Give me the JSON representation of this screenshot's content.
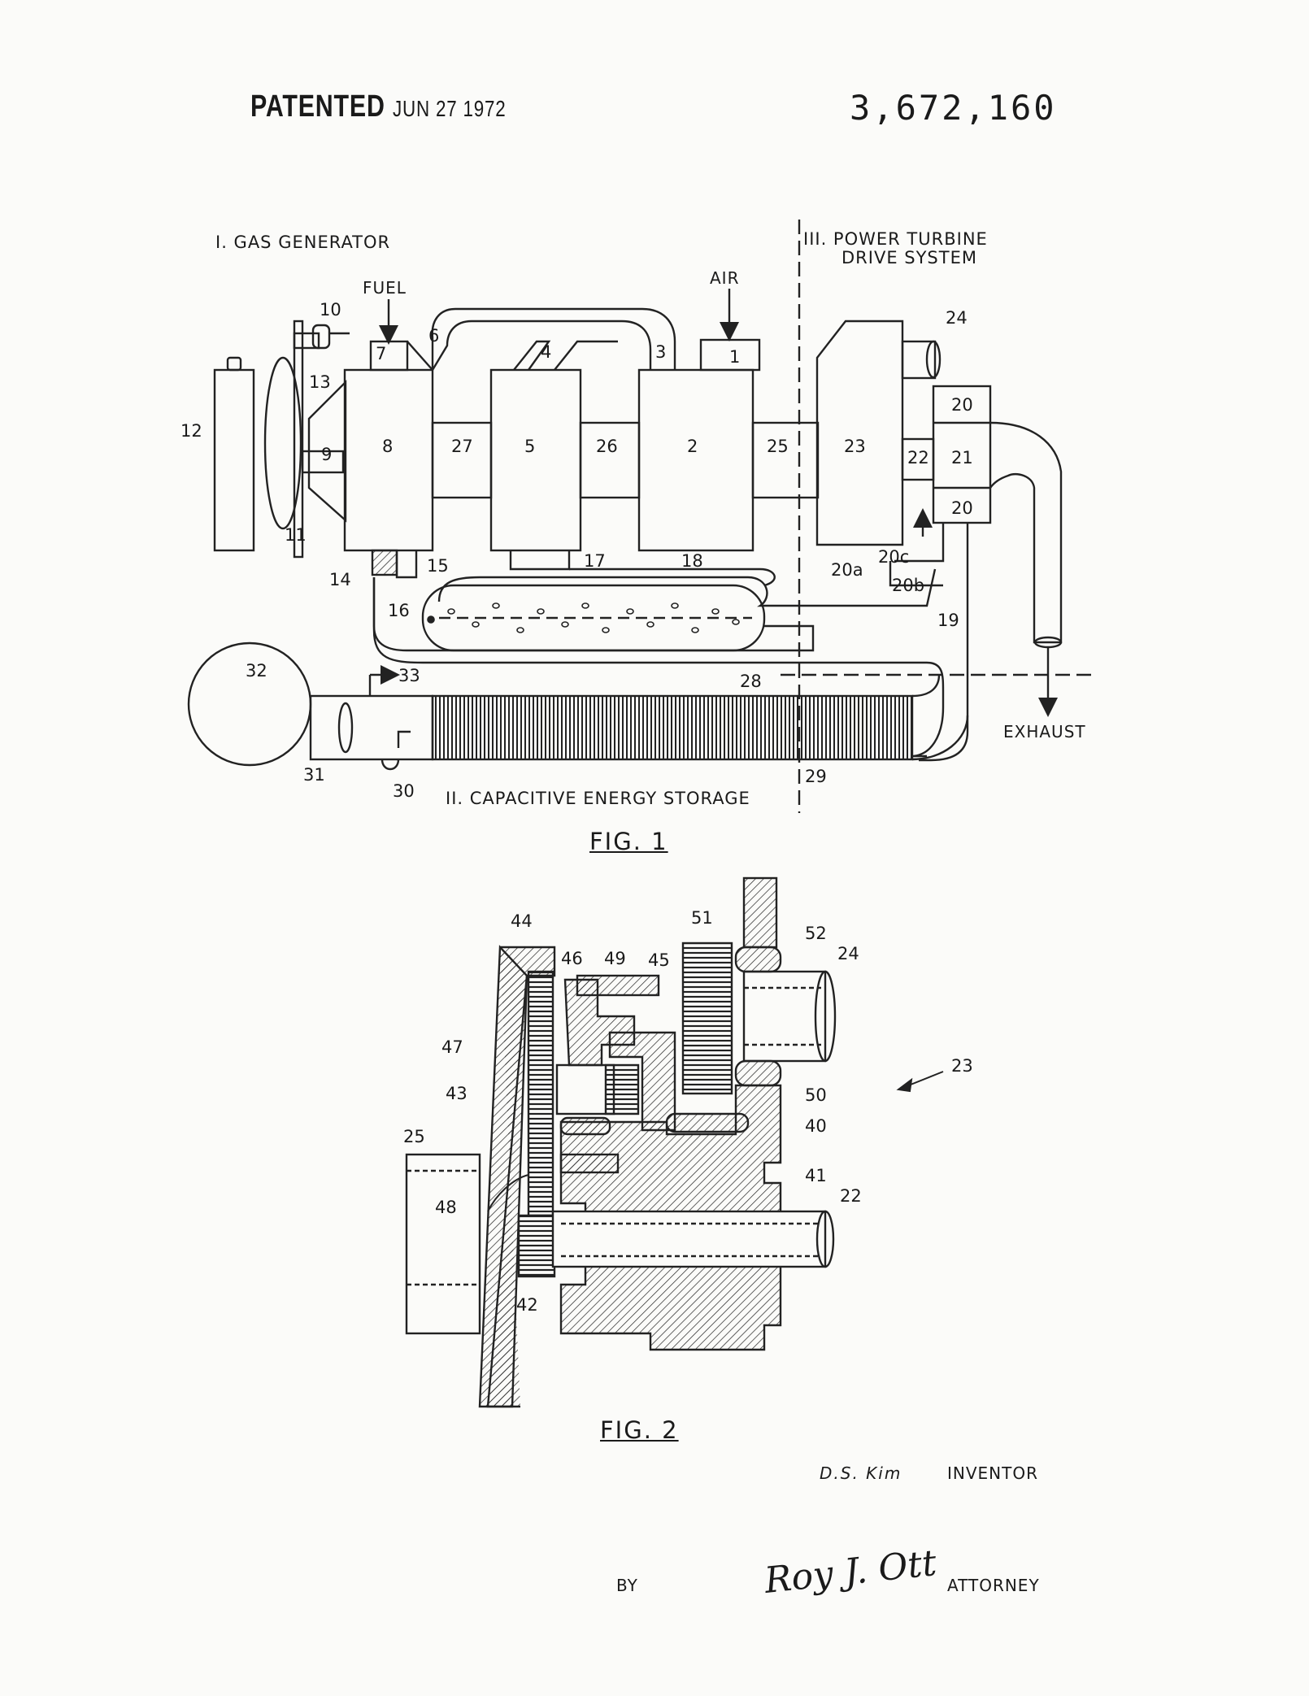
{
  "header": {
    "patented_label": "PATENTED",
    "patented_date": "JUN 27 1972",
    "patent_number": "3,672,160"
  },
  "fig1": {
    "caption": "FIG. 1",
    "section_1": "I. GAS GENERATOR",
    "section_2": "II. CAPACITIVE ENERGY STORAGE",
    "section_3_line1": "III. POWER TURBINE",
    "section_3_line2": "DRIVE SYSTEM",
    "fuel": "FUEL",
    "air": "AIR",
    "exhaust": "EXHAUST",
    "labels": [
      "1",
      "2",
      "3",
      "4",
      "5",
      "6",
      "7",
      "8",
      "9",
      "10",
      "11",
      "12",
      "13",
      "14",
      "15",
      "16",
      "17",
      "18",
      "19",
      "20",
      "20",
      "20a",
      "20b",
      "20c",
      "21",
      "22",
      "23",
      "24",
      "25",
      "26",
      "27",
      "28",
      "29",
      "30",
      "31",
      "32",
      "33"
    ]
  },
  "fig2": {
    "caption": "FIG. 2",
    "labels": [
      "22",
      "23",
      "24",
      "25",
      "40",
      "41",
      "42",
      "43",
      "44",
      "45",
      "46",
      "47",
      "48",
      "49",
      "50",
      "51",
      "52"
    ]
  },
  "footer": {
    "inventor_name": "D.S. Kim",
    "inventor_label": "INVENTOR",
    "by": "BY",
    "attorney_signature": "Roy J. Ott",
    "attorney_label": "ATTORNEY"
  }
}
